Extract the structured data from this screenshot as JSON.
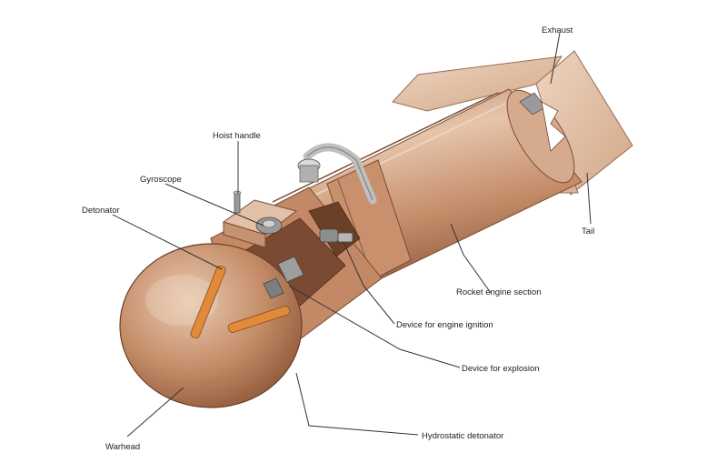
{
  "diagram": {
    "labels": {
      "exhaust": "Exhaust",
      "hoist_handle": "Hoist handle",
      "gyroscope": "Gyroscope",
      "detonator": "Detonator",
      "tail": "Tail",
      "rocket_engine_section": "Rocket engine section",
      "device_engine_ignition": "Device for engine ignition",
      "device_explosion": "Device for explosion",
      "hydrostatic_detonator": "Hydrostatic detonator",
      "warhead": "Warhead"
    },
    "colors": {
      "body_light": "#e3c0a6",
      "body_mid": "#c9906a",
      "body_dark": "#8a5638",
      "tail_fin": "#e6c7b0",
      "component_orange": "#e08a3a",
      "metal_gray": "#8e8e8e",
      "background": "#ffffff"
    }
  }
}
